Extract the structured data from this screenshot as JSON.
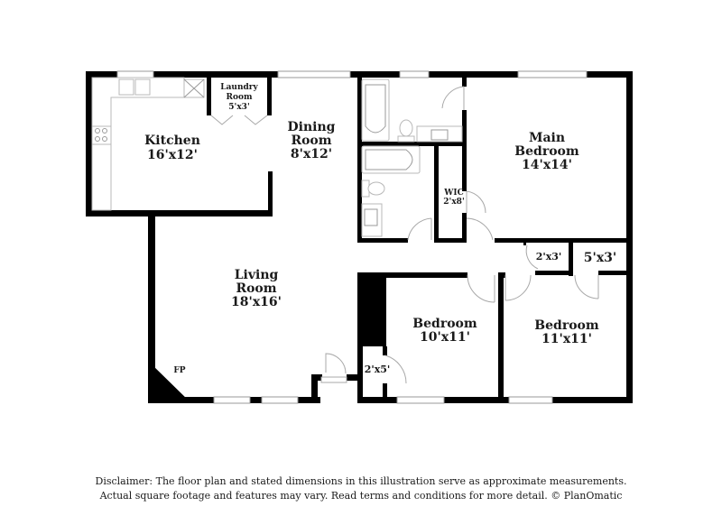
{
  "floor_plan": {
    "rooms": [
      {
        "id": "kitchen",
        "name": "Kitchen",
        "dims": "16'x12'"
      },
      {
        "id": "laundry",
        "name_line1": "Laundry",
        "name_line2": "Room",
        "dims": "5'x3'"
      },
      {
        "id": "dining",
        "name_line1": "Dining",
        "name_line2": "Room",
        "dims": "8'x12'"
      },
      {
        "id": "living",
        "name_line1": "Living",
        "name_line2": "Room",
        "dims": "18'x16'"
      },
      {
        "id": "main_bedroom",
        "name_line1": "Main",
        "name_line2": "Bedroom",
        "dims": "14'x14'"
      },
      {
        "id": "wic",
        "name": "WIC",
        "dims": "2'x8'"
      },
      {
        "id": "bedroom_2",
        "name": "Bedroom",
        "dims": "10'x11'"
      },
      {
        "id": "bedroom_3",
        "name": "Bedroom",
        "dims": "11'x11'"
      },
      {
        "id": "closet_hall",
        "dims": "2'x3'"
      },
      {
        "id": "closet_bed3",
        "dims": "5'x3'"
      },
      {
        "id": "closet_entry",
        "dims": "2'x5'"
      }
    ],
    "fireplace_label": "FP"
  },
  "disclaimer": {
    "line1": "Disclaimer: The floor plan and stated dimensions in this illustration serve as approximate measurements.",
    "line2": "Actual square footage and features may vary. Read terms and conditions for more detail. © PlanOmatic"
  },
  "colors": {
    "wall": "#000000",
    "fixture_stroke": "#b8b8b8",
    "background": "#ffffff"
  }
}
